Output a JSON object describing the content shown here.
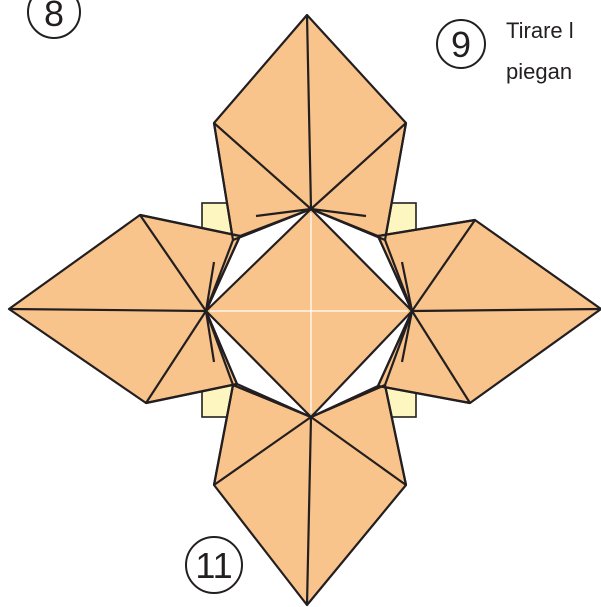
{
  "diagram": {
    "step_labels": {
      "top_left": "8",
      "top_right": "9",
      "bottom": "11"
    },
    "instruction_lines": [
      "Tirare l",
      "piegan"
    ]
  },
  "colors": {
    "paper_orange": "#f9c48b",
    "paper_cream": "#fdf6c0",
    "line": "#231f20",
    "crease": "#ffffff"
  }
}
